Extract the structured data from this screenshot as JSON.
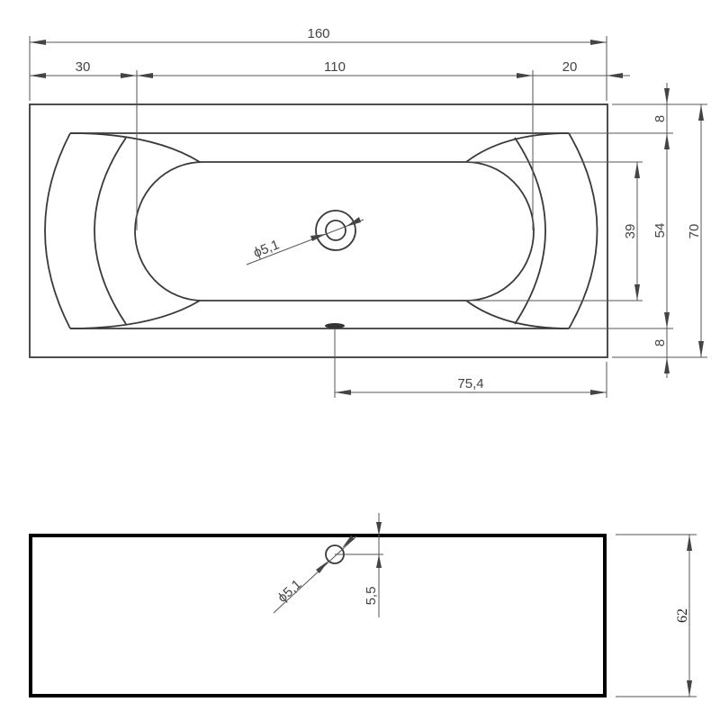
{
  "drawing": {
    "type": "technical-drawing",
    "subject": "bathtub dimensions",
    "units": "cm"
  },
  "top_view": {
    "dimensions": {
      "overall_length": "160",
      "left_offset": "30",
      "inner_length": "110",
      "right_offset": "20",
      "top_rim": "8",
      "inner_width": "54",
      "overall_width": "70",
      "bottom_rim": "8",
      "basin_width": "39",
      "drain_offset": "75,4",
      "drain_diameter": "ϕ5,1"
    }
  },
  "side_view": {
    "dimensions": {
      "height": "62",
      "overflow_depth": "5,5",
      "overflow_diameter": "ϕ5,1"
    }
  },
  "colors": {
    "line": "#3a3a3a",
    "dimension": "#555555",
    "thick_outline": "#000000",
    "background": "#ffffff"
  }
}
